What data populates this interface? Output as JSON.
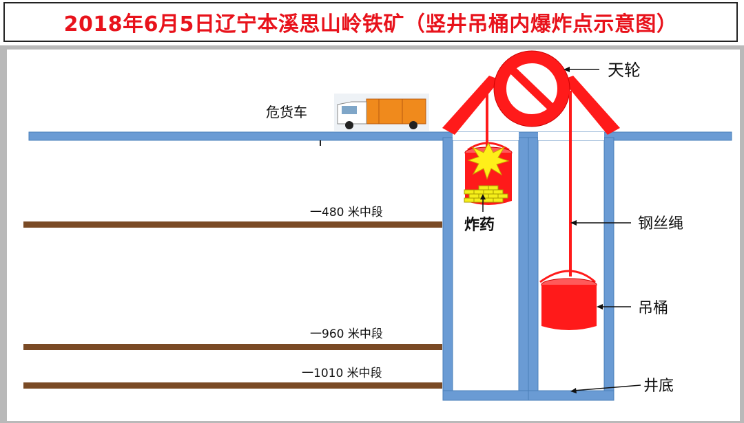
{
  "title": "2018年6月5日辽宁本溪思山岭铁矿（竖井吊桶内爆炸点示意图）",
  "labels": {
    "truck": "危货车",
    "level_480": "一480 米中段",
    "level_960": "一960 米中段",
    "level_1010": "一1010 米中段",
    "explosive": "炸药",
    "sheave": "天轮",
    "rope": "钢丝绳",
    "bucket": "吊桶",
    "shaft_bottom": "井底"
  },
  "colors": {
    "title": "#e8121b",
    "ground": "#6a9bd4",
    "level": "#7a4a25",
    "red": "#ff1a1a",
    "explosive": "#f5ef1a"
  }
}
